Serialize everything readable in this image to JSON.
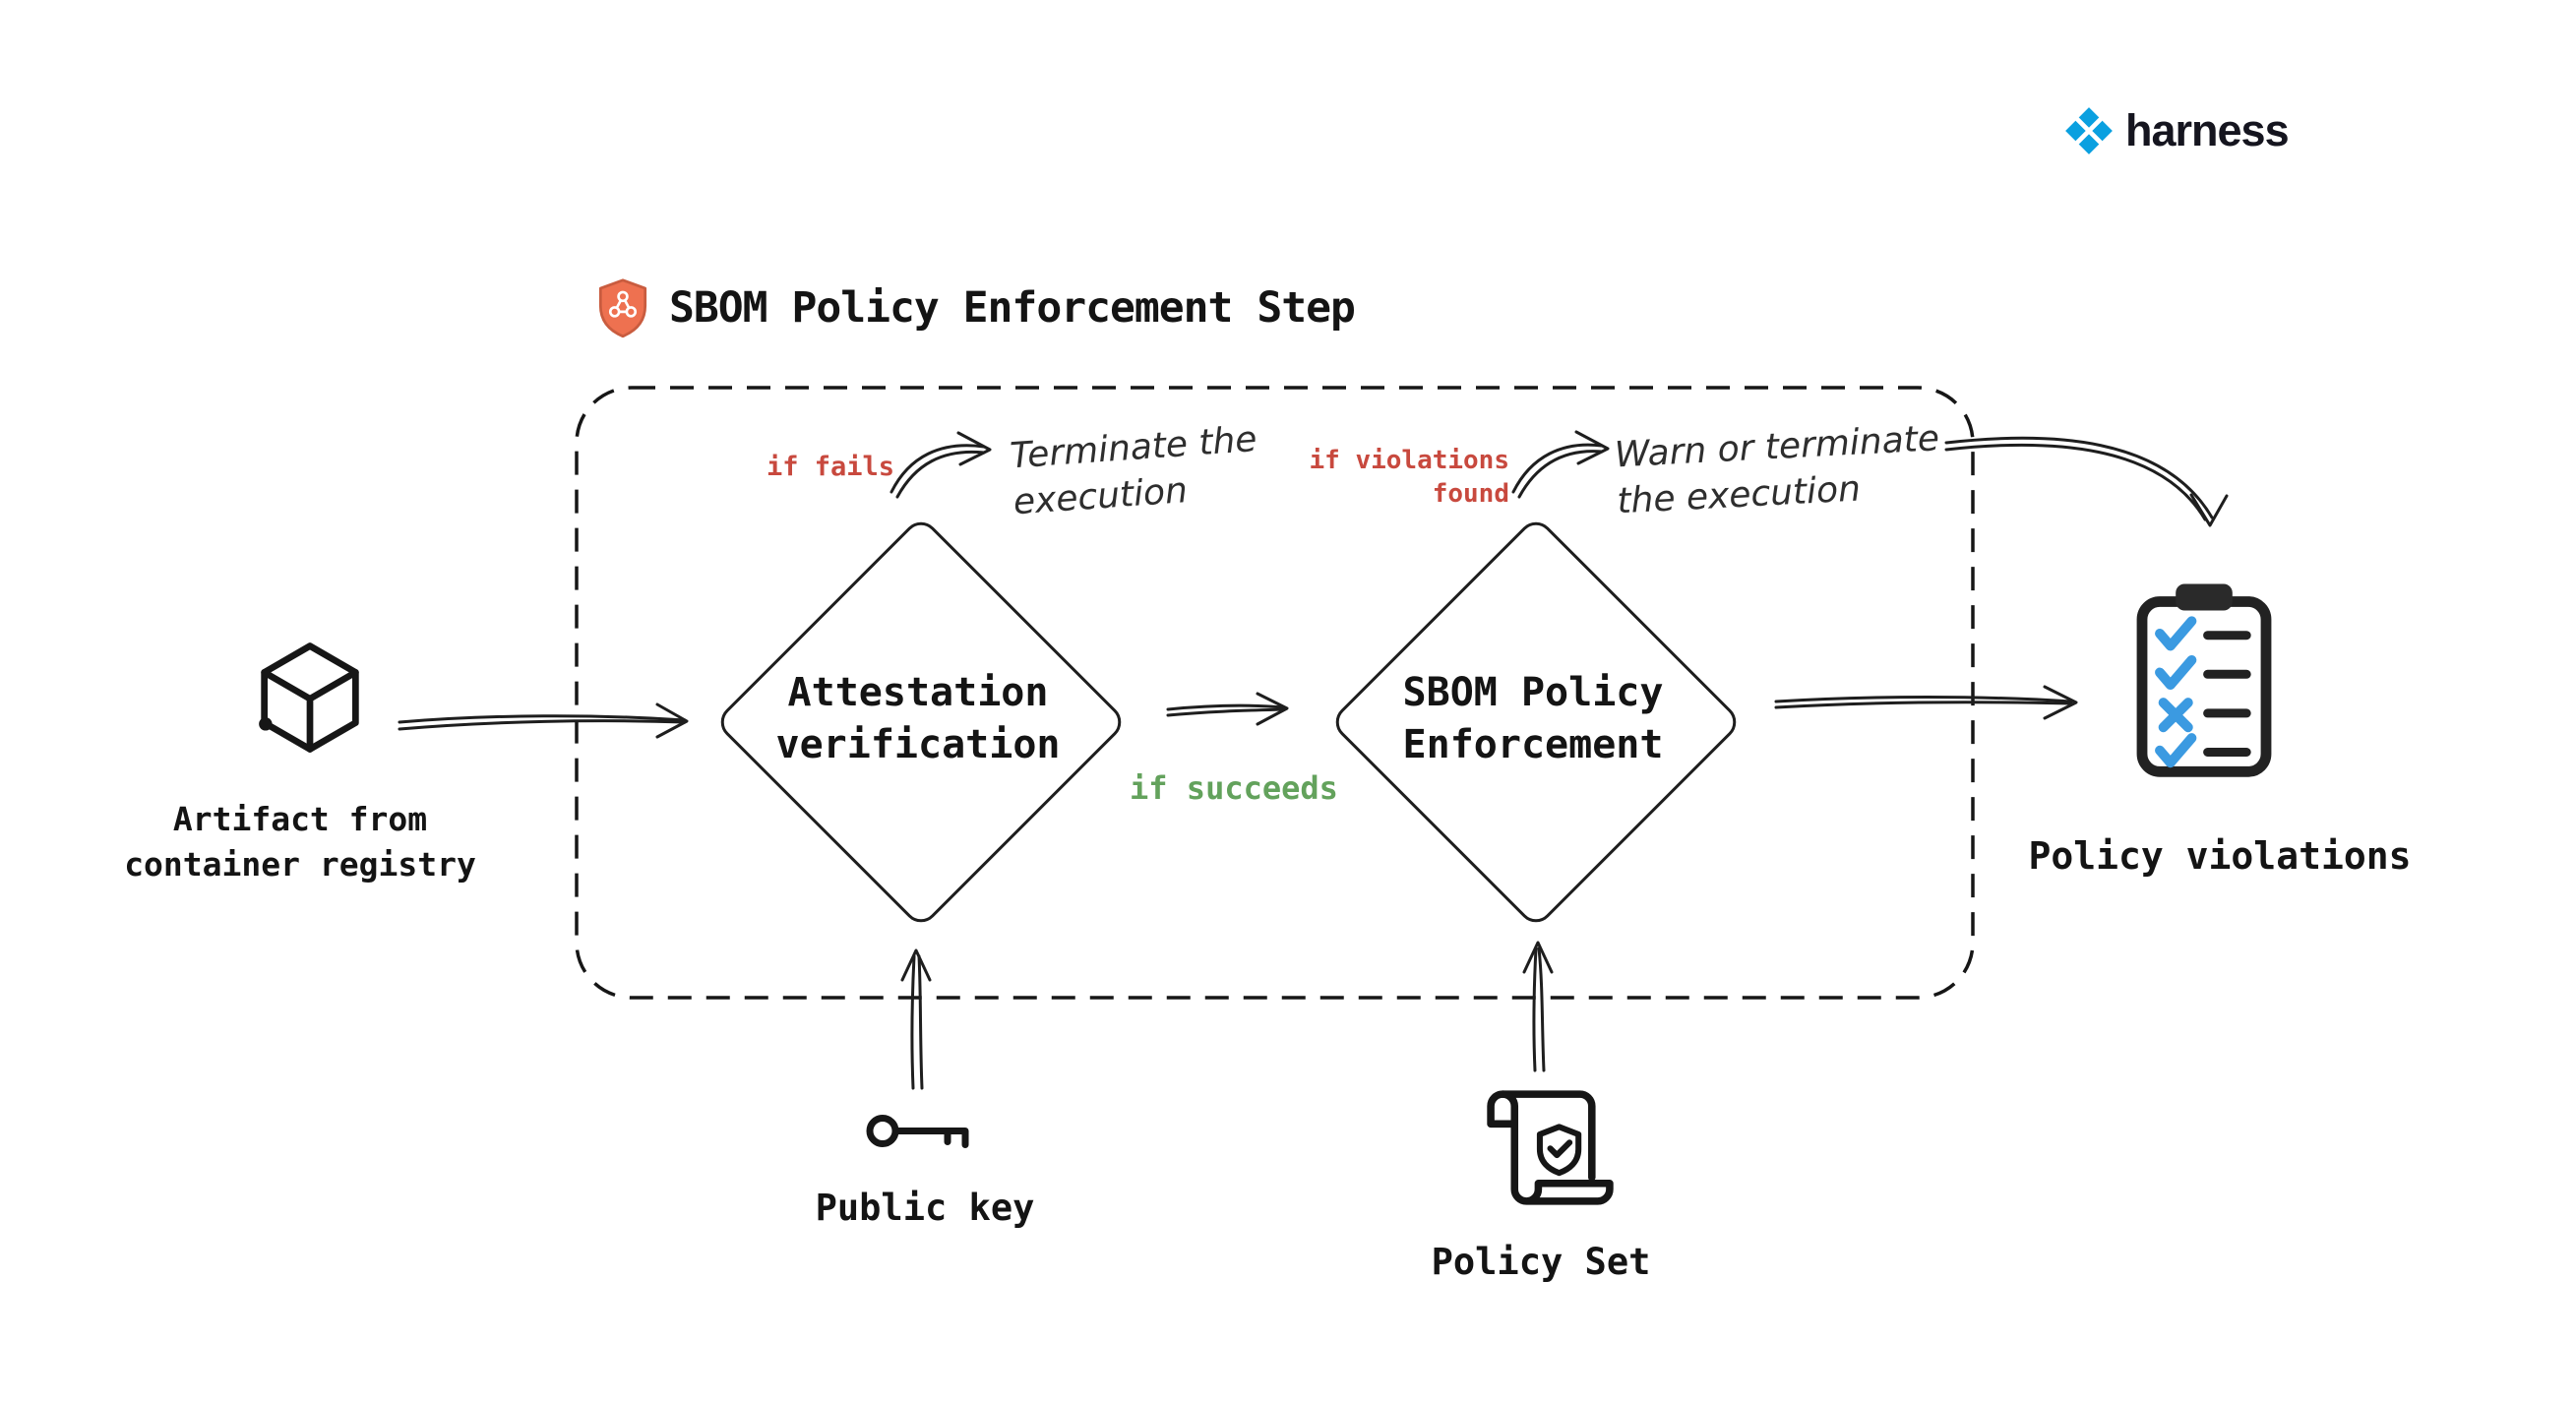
{
  "colors": {
    "ink": "#1e1e1e",
    "condition_red": "#c8493e",
    "condition_green": "#63a25c",
    "check_blue": "#3b9ae1",
    "shield_orange": "#ee7150",
    "brand_blue": "#0aa0e0",
    "background": "#ffffff"
  },
  "logo": {
    "text": "harness"
  },
  "header": {
    "title": "SBOM Policy Enforcement Step"
  },
  "diagram": {
    "attestation": {
      "line1": "Attestation",
      "line2": "verification"
    },
    "enforcement": {
      "line1": "SBOM Policy",
      "line2": "Enforcement"
    },
    "artifact": {
      "line1": "Artifact from",
      "line2": "container registry"
    },
    "public_key": "Public key",
    "policy_set": "Policy Set",
    "policy_violations": "Policy violations",
    "if_fails": "if fails",
    "if_violations": {
      "line1": "if violations",
      "line2": "found"
    },
    "if_succeeds": "if succeeds",
    "terminate": {
      "line1": "Terminate the",
      "line2": "execution"
    },
    "warn": {
      "line1": "Warn or terminate",
      "line2": "the execution"
    }
  },
  "icons": {
    "title": "shield-network-icon",
    "artifact": "cube-icon",
    "public_key": "key-icon",
    "policy_set": "scroll-policy-icon",
    "policy_violations": "clipboard-checklist-icon",
    "brand": "harness-logo-icon"
  }
}
